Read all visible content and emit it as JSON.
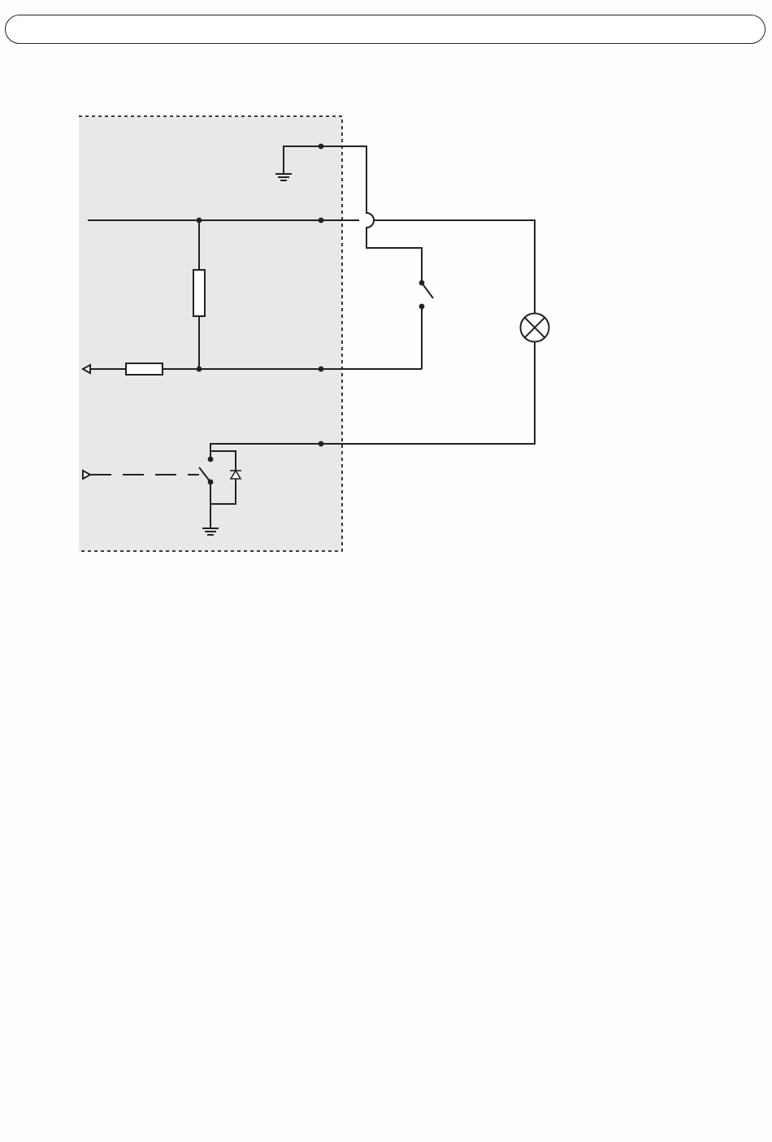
{
  "header": {
    "title": ""
  },
  "diagram": {
    "type": "circuit-schematic",
    "colors": {
      "wire": "#222222",
      "device_area": "#e8e8e8",
      "background": "#fefefe"
    },
    "components": [
      {
        "id": "ground-top",
        "kind": "ground"
      },
      {
        "id": "supply-line",
        "kind": "wire"
      },
      {
        "id": "pullup-resistor",
        "kind": "resistor"
      },
      {
        "id": "input-resistor",
        "kind": "resistor"
      },
      {
        "id": "input-arrow",
        "kind": "signal-output"
      },
      {
        "id": "external-switch",
        "kind": "switch"
      },
      {
        "id": "lamp",
        "kind": "lamp"
      },
      {
        "id": "output-switch",
        "kind": "switch"
      },
      {
        "id": "protection-diode",
        "kind": "diode"
      },
      {
        "id": "ground-bottom",
        "kind": "ground"
      },
      {
        "id": "output-arrow",
        "kind": "signal-input"
      }
    ]
  }
}
